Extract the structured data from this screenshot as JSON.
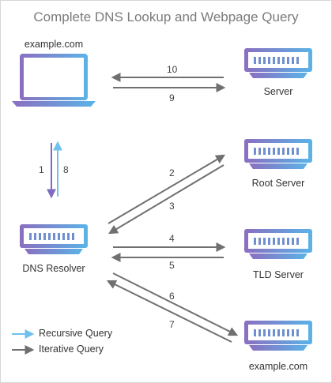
{
  "title": "Complete DNS Lookup and Webpage Query",
  "nodes": {
    "client": "example.com",
    "server": "Server",
    "root": "Root Server",
    "resolver": "DNS Resolver",
    "tld": "TLD Server",
    "auth": "example.com"
  },
  "steps": [
    "1",
    "2",
    "3",
    "4",
    "5",
    "6",
    "7",
    "8",
    "9",
    "10"
  ],
  "legend": {
    "recursive": "Recursive Query",
    "iterative": "Iterative Query"
  },
  "colors": {
    "gradient_start": "#8a6fc0",
    "gradient_end": "#5bb3e8",
    "iterative": "#707070",
    "recursive_light": "#6fc0ec",
    "recursive_dark": "#7e6bbf"
  },
  "icons": {
    "client": "laptop-icon",
    "server": "server-rack-icon",
    "resolver": "server-rack-icon"
  }
}
